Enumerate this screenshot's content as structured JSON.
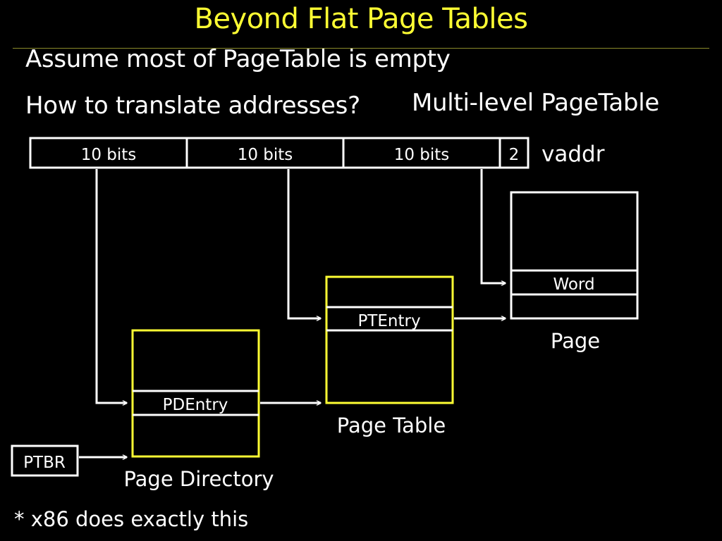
{
  "title": "Beyond Flat Page Tables",
  "bullets": {
    "assume": "Assume most of PageTable is empty",
    "how": "How to translate addresses?",
    "answer": "Multi-level PageTable"
  },
  "vaddr": {
    "fields": [
      "10 bits",
      "10 bits",
      "10 bits",
      "2"
    ],
    "label": "vaddr"
  },
  "page": {
    "entry": "Word",
    "label": "Page"
  },
  "page_table": {
    "entry": "PTEntry",
    "label": "Page Table"
  },
  "page_directory": {
    "entry": "PDEntry",
    "label": "Page Directory"
  },
  "ptbr": "PTBR",
  "note": "* x86 does exactly this",
  "colors": {
    "title": "#ffff33",
    "table_border": "#ffff33",
    "line": "#ffffff",
    "background": "#000000"
  }
}
